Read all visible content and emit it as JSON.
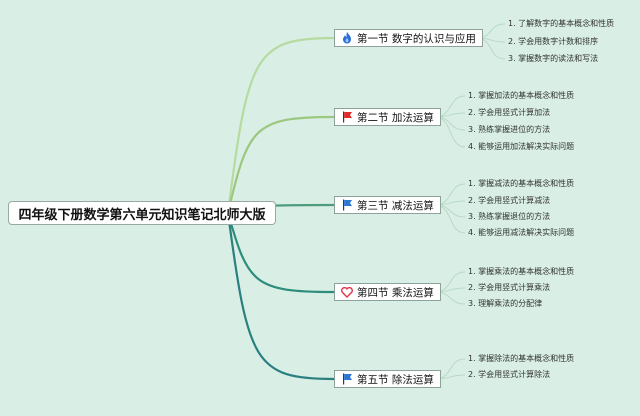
{
  "root": {
    "title": "四年级下册数学第六单元知识笔记北师大版"
  },
  "sections": [
    {
      "title": "第一节 数字的认识与应用",
      "icon": "flame-icon",
      "color": "#b5dba0",
      "items": [
        "1. 了解数字的基本概念和性质",
        "2. 学会用数字计数和排序",
        "3. 掌握数字的读法和写法"
      ]
    },
    {
      "title": "第二节 加法运算",
      "icon": "red-flag-icon",
      "color": "#9cc77f",
      "items": [
        "1. 掌握加法的基本概念和性质",
        "2. 学会用竖式计算加法",
        "3. 熟练掌握进位的方法",
        "4. 能够运用加法解决实际问题"
      ]
    },
    {
      "title": "第三节 减法运算",
      "icon": "blue-flag-icon",
      "color": "#4f9c7d",
      "items": [
        "1. 掌握减法的基本概念和性质",
        "2. 学会用竖式计算减法",
        "3. 熟练掌握退位的方法",
        "4. 能够运用减法解决实际问题"
      ]
    },
    {
      "title": "第四节 乘法运算",
      "icon": "heart-icon",
      "color": "#2d8d7b",
      "items": [
        "1. 掌握乘法的基本概念和性质",
        "2. 学会用竖式计算乘法",
        "3. 理解乘法的分配律"
      ]
    },
    {
      "title": "第五节 除法运算",
      "icon": "blue-flag-icon",
      "color": "#2a7f80",
      "items": [
        "1. 掌握除法的基本概念和性质",
        "2. 学会用竖式计算除法"
      ]
    }
  ]
}
